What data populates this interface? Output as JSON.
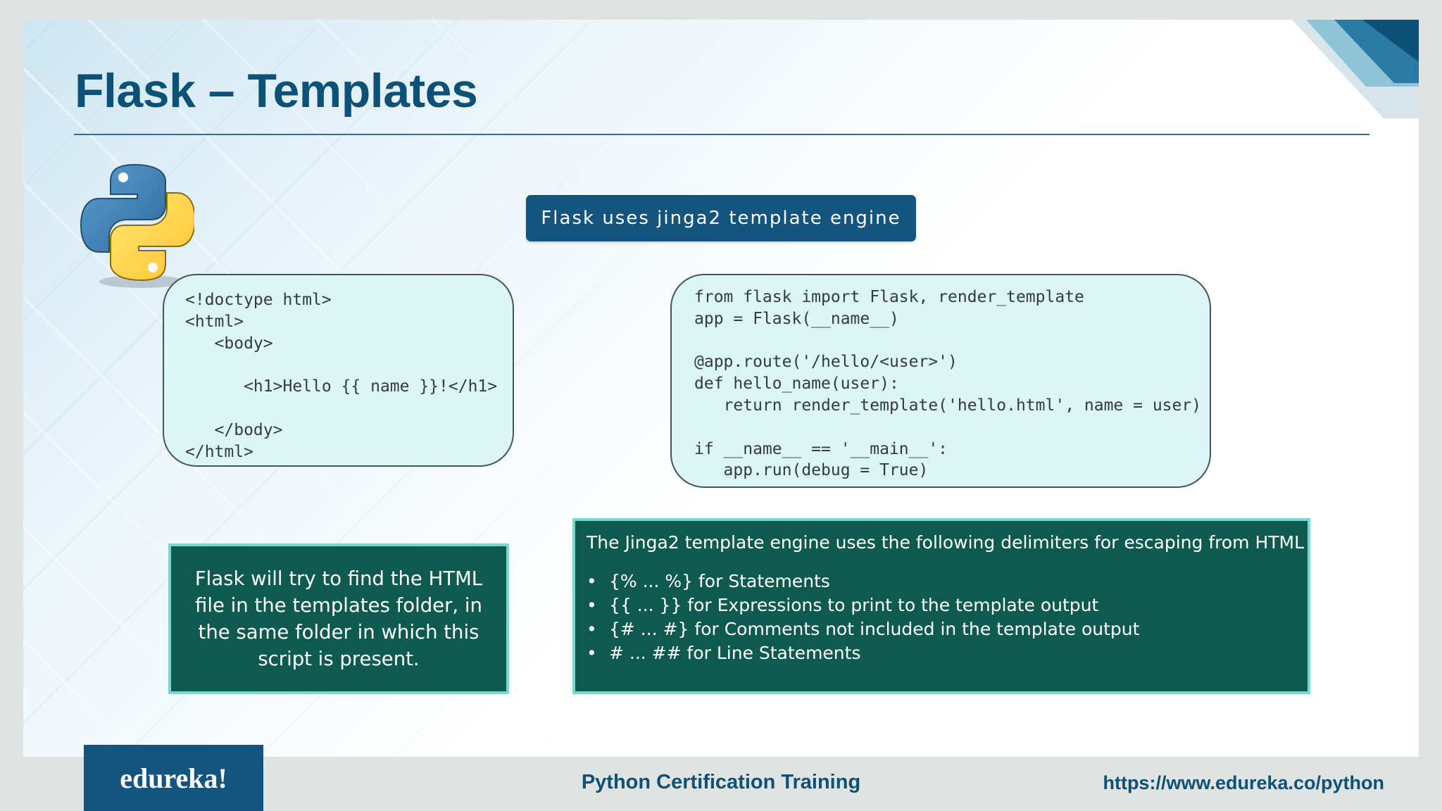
{
  "slide": {
    "title": "Flask – Templates",
    "banner": "Flask uses jinga2 template engine",
    "python_logo": "python-logo-icon",
    "html_code": [
      "<!doctype html>",
      "<html>",
      "   <body>",
      "",
      "      <h1>Hello {{ name }}!</h1>",
      "",
      "   </body>",
      "</html>"
    ],
    "python_code": [
      "from flask import Flask, render_template",
      "app = Flask(__name__)",
      "",
      "@app.route('/hello/<user>')",
      "def hello_name(user):",
      "   return render_template('hello.html', name = user)",
      "",
      "if __name__ == '__main__':",
      "   app.run(debug = True)"
    ],
    "note_left": "Flask will try to find the HTML file in the templates folder, in the same folder in which this script is present.",
    "note_right": {
      "heading": "The Jinga2 template engine uses the following delimiters for escaping from HTML",
      "items": [
        "{% ... %} for Statements",
        "{{ ... }} for Expressions to print to the template output",
        "{# ... #} for Comments not included in the template output",
        "# ... ## for Line Statements"
      ]
    }
  },
  "footer": {
    "logo": "edureka!",
    "title": "Python Certification Training",
    "url": "https://www.edureka.co/python"
  },
  "colors": {
    "primary": "#0d5176",
    "banner": "#14557f",
    "note_bg": "#0f5a4e",
    "note_border": "#74d9cf",
    "code_bg": "#dcf6f5"
  }
}
